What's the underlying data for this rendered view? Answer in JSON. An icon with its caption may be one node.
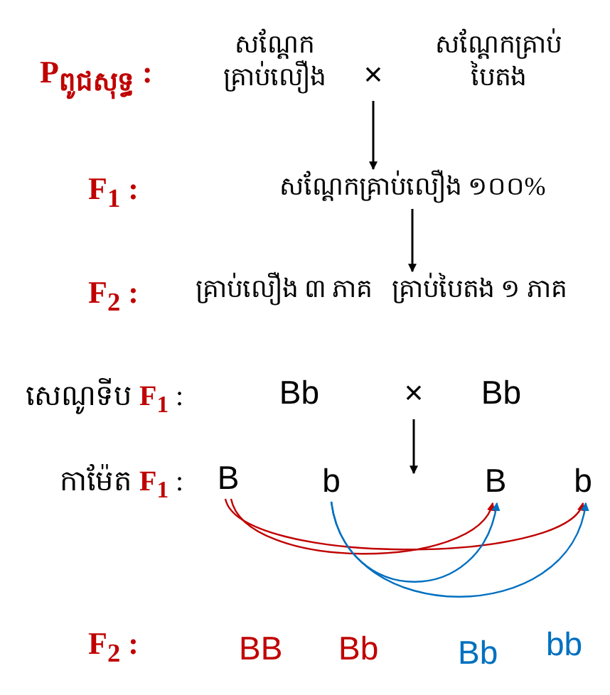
{
  "diagram": {
    "nodes": [
      {
        "text": [
          "សណ្តែកគ្រាប់លឿង"
        ]
      },
      {
        "text": [
          "×"
        ]
      },
      {
        "text": [
          "សណ្តែកគ្រាប់បៃតង"
        ]
      },
      {
        "text": [
          "សណ្តែកគ្រាប់លឿង ១០០%"
        ]
      },
      {
        "text": [
          "គ្រាប់លឿង ៣ ភាគ",
          "គ្រាប់បៃតង ១ ភាគ"
        ]
      },
      {
        "text": [
          "Bb"
        ]
      },
      {
        "text": [
          "×"
        ]
      },
      {
        "text": [
          "Bb"
        ]
      },
      {
        "text": [
          "B"
        ]
      },
      {
        "text": [
          "b"
        ]
      },
      {
        "text": [
          "B"
        ]
      },
      {
        "text": [
          "b"
        ]
      }
    ],
    "edges": [
      {
        "from": 1,
        "to": 3,
        "arrow": "to"
      },
      {
        "from": 3,
        "to": 4,
        "arrow": "to"
      },
      {
        "from": 6,
        "to": null,
        "arrow": "to"
      },
      {
        "from": 8,
        "to": 10,
        "arrow": "to",
        "color": "#c00000"
      },
      {
        "from": 8,
        "to": 11,
        "arrow": "to",
        "color": "#c00000"
      },
      {
        "from": 9,
        "to": 10,
        "arrow": "to",
        "color": "#0070c0"
      },
      {
        "from": 9,
        "to": 11,
        "arrow": "to",
        "color": "#0070c0"
      }
    ],
    "labels": [
      "P$_{ពូជសុទ្ធ}$ :",
      "F$_{1}$ :",
      "F$_{2}$ :",
      "សេណូទីប **F$_{1}$** :",
      "កាម៉ែត **F$_{1}$** :",
      "F$_{2}$ :",
      "BB",
      "Bb",
      "Bb",
      "bb"
    ]
  }
}
